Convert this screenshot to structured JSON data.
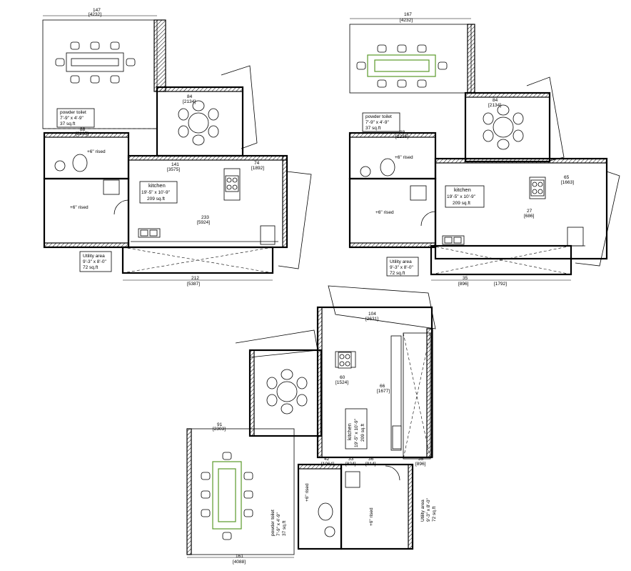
{
  "plans": [
    {
      "id": "plan-a",
      "kitchen": {
        "title": "kitchen",
        "size": "19'-5\" x 10'-9\"",
        "area": "209 sq.ft"
      },
      "powder": {
        "title": "powder toilet",
        "size": "7'-9\" x 4'-9\"",
        "area": "37 sq.ft"
      },
      "utility": {
        "title": "Utility area",
        "size": "9'-3\" x 8'-0\"",
        "area": "72 sq.ft"
      },
      "risers": [
        "+6\" rised",
        "+6\" rised"
      ],
      "dims": [
        "147",
        "[4232]",
        "212",
        "[5387]",
        "84",
        "[2134]",
        "233",
        "[5924]",
        "141",
        "[3575]",
        "74",
        "[1892]",
        "88",
        "[2235]"
      ]
    },
    {
      "id": "plan-b",
      "kitchen": {
        "title": "kitchen",
        "size": "19'-5\" x 10'-9\"",
        "area": "209 sq.ft"
      },
      "powder": {
        "title": "powder toilet",
        "size": "7'-9\" x 4'-9\"",
        "area": "37 sq.ft"
      },
      "utility": {
        "title": "Utility area",
        "size": "9'-3\" x 8'-0\"",
        "area": "72 sq.ft"
      },
      "risers": [
        "+6\" rised",
        "+6\" rised"
      ],
      "dims": [
        "167",
        "[4232]",
        "84",
        "[2134]",
        "88",
        "[2235]",
        "65",
        "[1663]",
        "35",
        "[896]",
        "[1792]",
        "27",
        "[686]"
      ]
    },
    {
      "id": "plan-c",
      "kitchen": {
        "title": "kitchen",
        "size": "19'-5\" x 10'-9\"",
        "area": "209 sq.ft"
      },
      "powder": {
        "title": "powder toilet",
        "size": "7'-9\" x 4'-9\"",
        "area": "37 sq.ft"
      },
      "utility": {
        "title": "Utility area",
        "size": "9'-3\" x 8'-0\"",
        "area": "72 sq.ft"
      },
      "risers": [
        "+6\" rised",
        "+6\" rised"
      ],
      "dims": [
        "104",
        "[2631]",
        "60",
        "[1524]",
        "66",
        "[1677]",
        "91",
        "[2303]",
        "161",
        "[4088]",
        "42",
        "[1064]",
        "33",
        "[824]",
        "36",
        "[914]",
        "35",
        "[896]"
      ]
    }
  ]
}
